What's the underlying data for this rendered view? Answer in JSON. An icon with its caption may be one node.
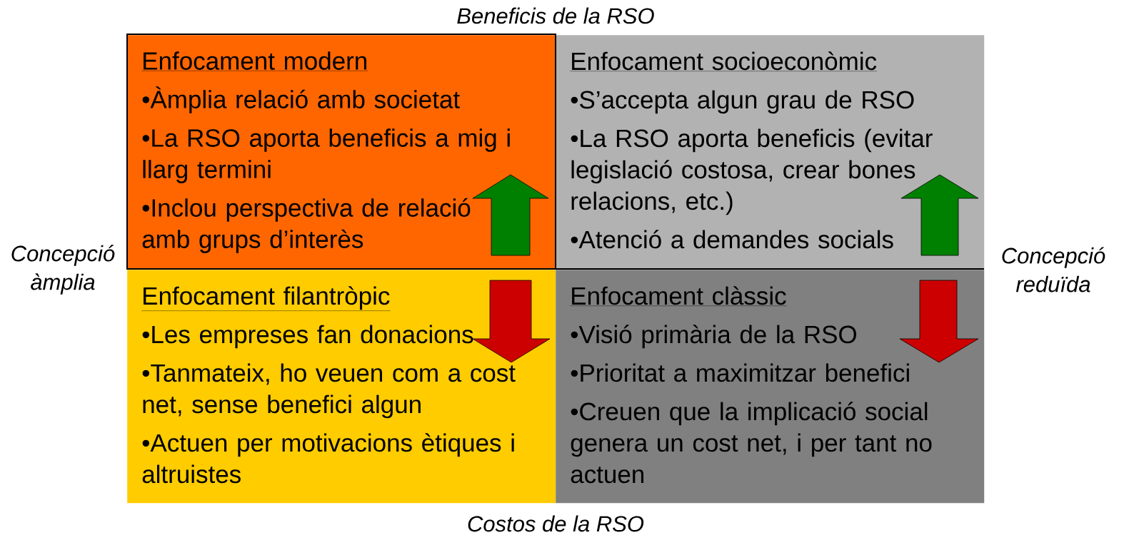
{
  "diagram": {
    "nodes": [
      {
        "text": [
          "Enfocament modern",
          "•Àmplia relació amb societat",
          "•La RSO aporta beneficis a mig i llarg termini",
          "•Inclou perspectiva de relació amb grups d’interès"
        ]
      },
      {
        "text": [
          "Enfocament socioeconòmic",
          "•S’accepta algun grau de RSO",
          "•La RSO aporta beneficis (evitar legislació costosa, crear bones relacions, etc.)",
          "•Atenció a demandes socials"
        ]
      },
      {
        "text": [
          "Enfocament filantròpic",
          "•Les empreses fan donacions",
          "•Tanmateix, ho veuen com a cost net, sense benefici algun",
          "•Actuen per motivacions ètiques i altruistes"
        ]
      },
      {
        "text": [
          "Enfocament clàssic",
          "•Visió primària de la RSO",
          "•Prioritat a maximitzar benefici",
          "•Creuen que la implicació social genera un cost net, i per tant no actuen"
        ]
      }
    ],
    "labels": [
      "Beneficis de la RSO",
      "Concepció àmplia",
      "Concepció reduïda",
      "Costos de la RSO"
    ]
  }
}
